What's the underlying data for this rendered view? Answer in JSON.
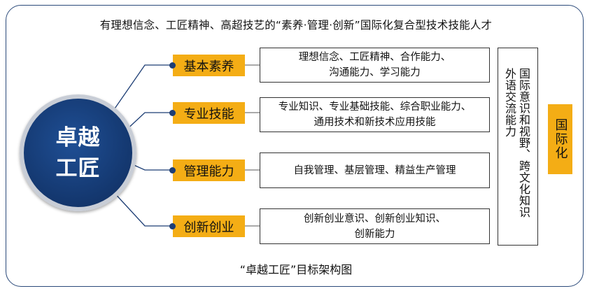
{
  "title": "有理想信念、工匠精神、高超技艺的“素养·管理·创新”国际化复合型技术技能人才",
  "hub": {
    "line1": "卓越",
    "line2": "工匠"
  },
  "branches": [
    {
      "label": "基本素养",
      "desc": [
        "理想信念、工匠精神、合作能力、",
        "沟通能力、学习能力"
      ]
    },
    {
      "label": "专业技能",
      "desc": [
        "专业知识、专业基础技能、综合职业能力、",
        "通用技术和新技术应用技能"
      ]
    },
    {
      "label": "管理能力",
      "desc": [
        "自我管理、基层管理、精益生产管理"
      ]
    },
    {
      "label": "创新创业",
      "desc": [
        "创新创业意识、创新创业知识、",
        "创新能力"
      ]
    }
  ],
  "vertical": {
    "col1": "国际意识和视野、跨文化知识",
    "col2": "外语交流能力"
  },
  "international": "国际化",
  "caption": "“卓越工匠”目标架构图",
  "colors": {
    "navy": "#153a73",
    "accent": "#f4ad15",
    "border": "#2b4a7a"
  }
}
